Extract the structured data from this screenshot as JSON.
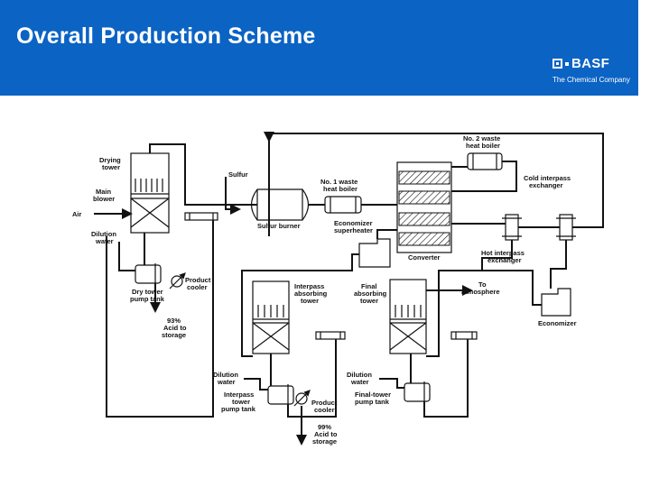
{
  "header": {
    "title": "Overall Production Scheme",
    "logo_name": "BASF",
    "logo_tagline": "The Chemical Company",
    "background": "#0b63c4"
  },
  "labels": {
    "drying_tower": [
      "Drying",
      "tower"
    ],
    "main_blower": [
      "Main",
      "blower"
    ],
    "air": [
      "Air"
    ],
    "dilution_water_1": [
      "Dilution",
      "water"
    ],
    "dry_tower_pump_tank": [
      "Dry tower",
      "pump tank"
    ],
    "product_cooler_1": [
      "Product",
      "cooler"
    ],
    "acid_93": [
      "93%",
      "Acid to",
      "storage"
    ],
    "sulfur": [
      "Sulfur"
    ],
    "sulfur_burner": [
      "Sulfur burner"
    ],
    "waste_heat_boiler_1": [
      "No. 1 waste",
      "heat boiler"
    ],
    "waste_heat_boiler_2": [
      "No. 2 waste",
      "heat boiler"
    ],
    "cold_interpass_exchanger": [
      "Cold interpass",
      "exchanger"
    ],
    "economizer_superheater": [
      "Economizer",
      "superheater"
    ],
    "converter": [
      "Converter"
    ],
    "hot_interpass_exchanger": [
      "Hot interpass",
      "exchanger"
    ],
    "interpass_absorbing_tower": [
      "Interpass",
      "absorbing",
      "tower"
    ],
    "final_absorbing_tower": [
      "Final",
      "absorbing",
      "tower"
    ],
    "to_atmosphere": [
      "To",
      "atmosphere"
    ],
    "economizer": [
      "Economizer"
    ],
    "dilution_water_2": [
      "Dilution",
      "water"
    ],
    "dilution_water_3": [
      "Dilution",
      "water"
    ],
    "interpass_tower_pump_tank": [
      "Interpass",
      "tower",
      "pump tank"
    ],
    "product_cooler_2": [
      "Product",
      "cooler"
    ],
    "final_tower_pump_tank": [
      "Final-tower",
      "pump tank"
    ],
    "acid_99": [
      "99%",
      "Acid to",
      "storage"
    ]
  }
}
